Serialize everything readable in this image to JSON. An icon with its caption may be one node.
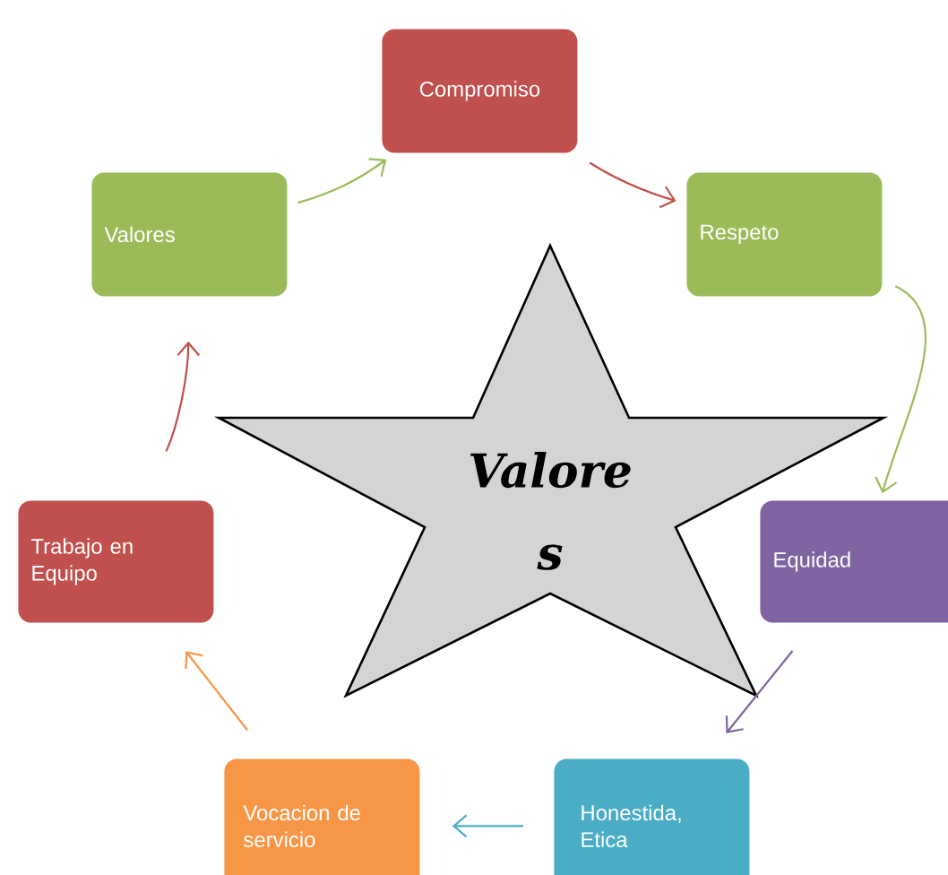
{
  "diagram": {
    "nodes": [
      {
        "text": [
          "Compromiso"
        ]
      },
      {
        "text": [
          "Valores"
        ]
      },
      {
        "text": [
          "Respeto"
        ]
      },
      {
        "text": [
          "Valore s"
        ]
      },
      {
        "text": [
          "Trabajo en Equipo"
        ]
      },
      {
        "text": [
          "Equidad"
        ]
      },
      {
        "text": [
          "Vocacion de servicio"
        ]
      },
      {
        "text": [
          "Honestida, Etica"
        ]
      }
    ],
    "edges": [
      {
        "from": 1,
        "to": 0,
        "arrow": "to",
        "color": "#9bbb59"
      },
      {
        "from": 0,
        "to": 2,
        "arrow": "to",
        "color": "#c0504d"
      },
      {
        "from": 2,
        "to": 5,
        "arrow": "to",
        "color": "#9bbb59"
      },
      {
        "from": 5,
        "to": 7,
        "arrow": "to",
        "color": "#8064a2"
      },
      {
        "from": 7,
        "to": 6,
        "arrow": "to",
        "color": "#4bacc6"
      },
      {
        "from": 6,
        "to": 4,
        "arrow": "to",
        "color": "#f79646"
      },
      {
        "from": 4,
        "to": 1,
        "arrow": "to",
        "color": "#c0504d"
      }
    ]
  }
}
